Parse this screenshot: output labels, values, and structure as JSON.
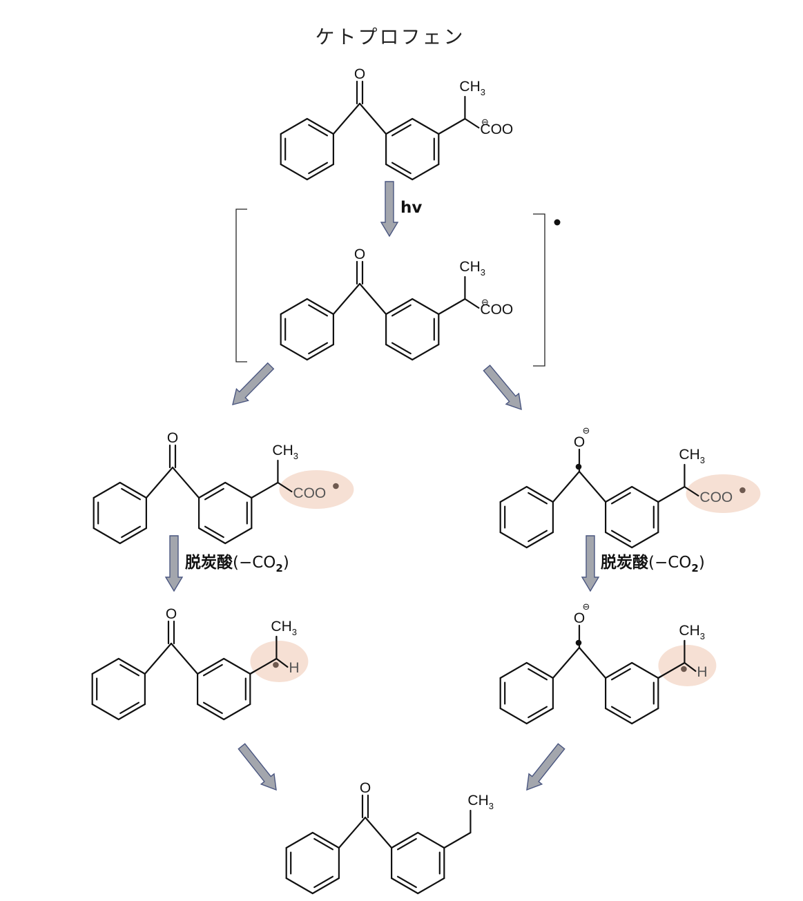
{
  "title": "ケトプロフェン",
  "atoms": {
    "oxygen": "O",
    "methyl": "CH",
    "methyl_sub": "3",
    "carboxylate": "COO",
    "hydrogen": "H",
    "minus": "⊖",
    "radical": "•"
  },
  "steps": {
    "photo": "hv",
    "decarboxylation": "脱炭酸",
    "minus_co2_prefix": "(−CO",
    "co2_sub": "2",
    "close_paren": ")"
  },
  "colors": {
    "highlight": "#f6e0d4",
    "arrow_fill": "#a3a6ad",
    "arrow_stroke": "#4a5680"
  }
}
